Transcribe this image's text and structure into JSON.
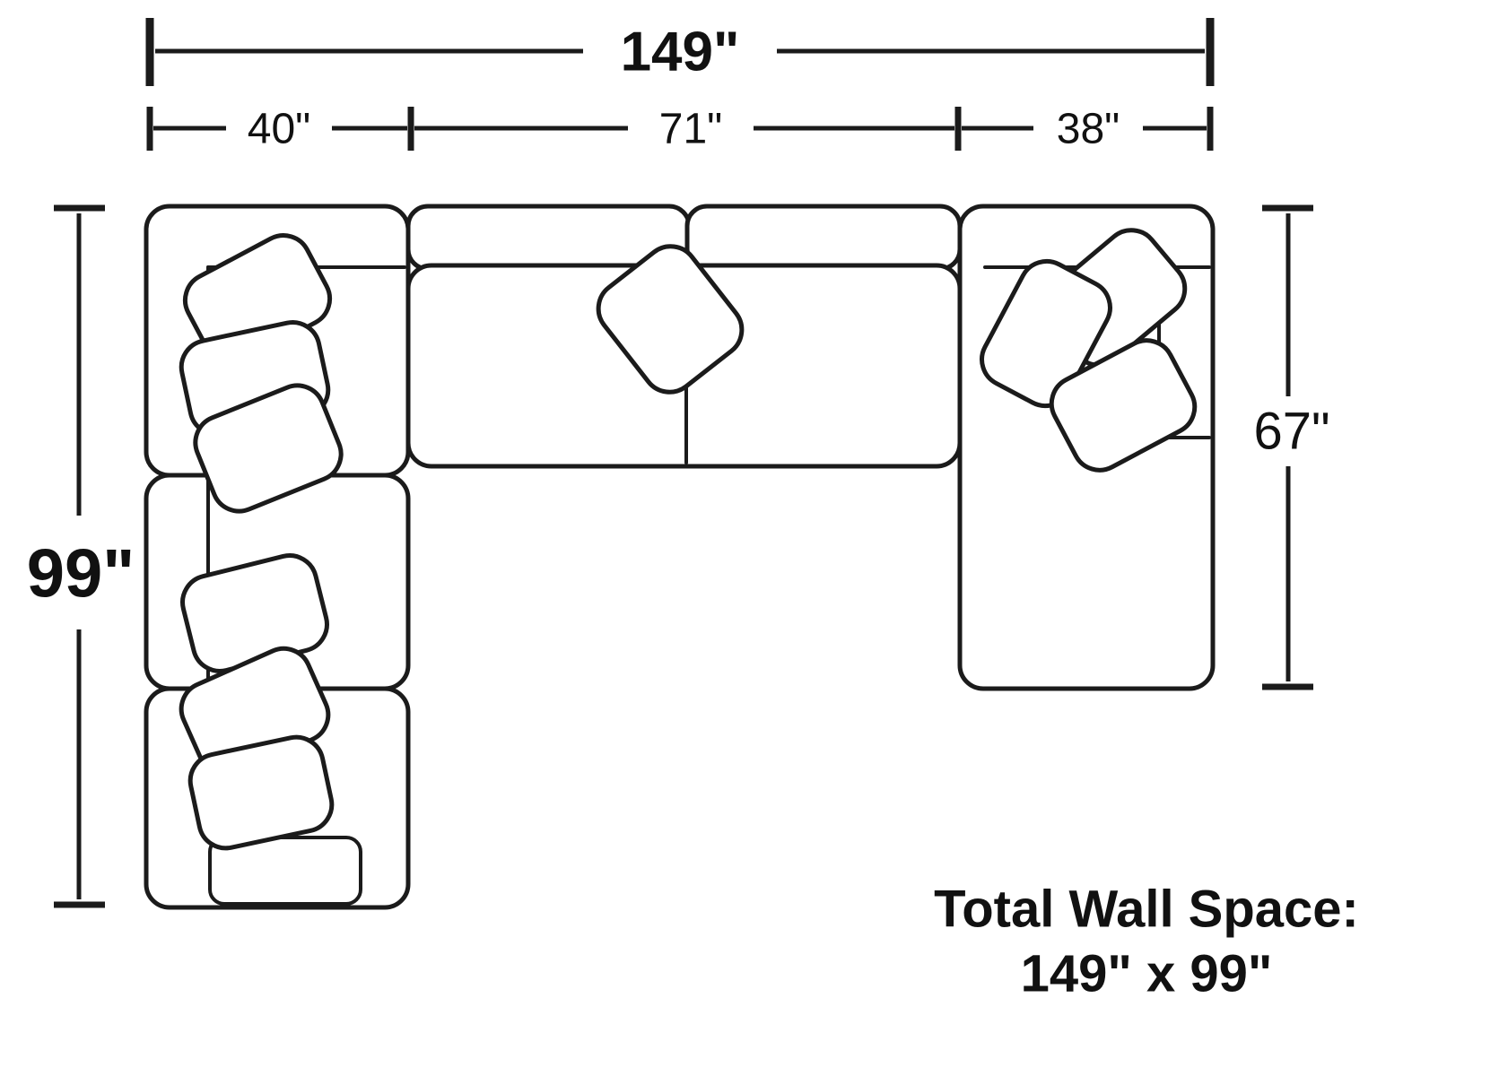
{
  "diagram": {
    "type": "sectional-sofa-floorplan",
    "dimensions": {
      "total_width": "149\"",
      "left_section_width": "40\"",
      "middle_section_width": "71\"",
      "right_section_width": "38\"",
      "left_height": "99\"",
      "right_height": "67\""
    },
    "footer": {
      "line1": "Total Wall Space:",
      "line2": "149\" x 99\""
    },
    "colors": {
      "line": "#1b1b1b",
      "background": "#ffffff",
      "text": "#111111"
    }
  }
}
